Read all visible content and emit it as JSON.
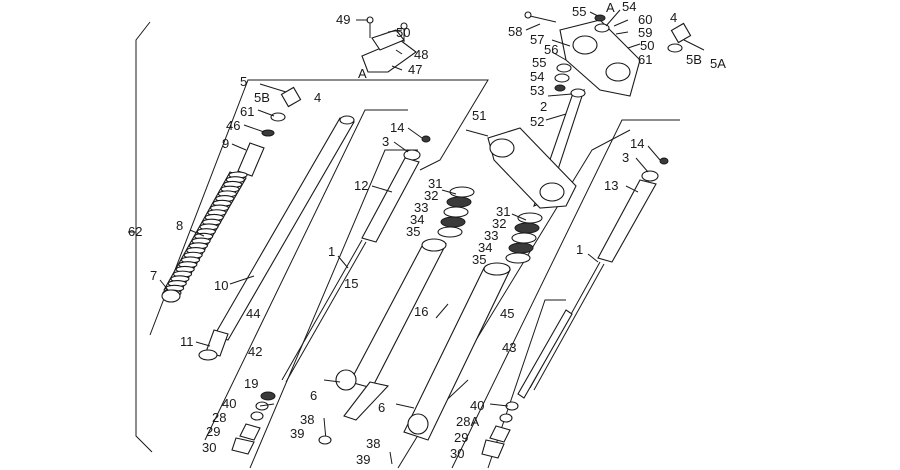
{
  "diagram": {
    "marker_text": "A",
    "callouts": [
      {
        "id": "c49",
        "text": "49"
      },
      {
        "id": "c50a",
        "text": "50"
      },
      {
        "id": "c48",
        "text": "48"
      },
      {
        "id": "c47",
        "text": "47"
      },
      {
        "id": "c58",
        "text": "58"
      },
      {
        "id": "c55a",
        "text": "55"
      },
      {
        "id": "c54a",
        "text": "54"
      },
      {
        "id": "c60",
        "text": "60"
      },
      {
        "id": "c59",
        "text": "59"
      },
      {
        "id": "c50b",
        "text": "50"
      },
      {
        "id": "c61a",
        "text": "61"
      },
      {
        "id": "c4a",
        "text": "4"
      },
      {
        "id": "c5Ba",
        "text": "5B"
      },
      {
        "id": "c5A",
        "text": "5A"
      },
      {
        "id": "c57",
        "text": "57"
      },
      {
        "id": "c56",
        "text": "56"
      },
      {
        "id": "c55b",
        "text": "55"
      },
      {
        "id": "c54b",
        "text": "54"
      },
      {
        "id": "c53",
        "text": "53"
      },
      {
        "id": "c2",
        "text": "2"
      },
      {
        "id": "c52",
        "text": "52"
      },
      {
        "id": "c51",
        "text": "51"
      },
      {
        "id": "c5",
        "text": "5"
      },
      {
        "id": "c5Bb",
        "text": "5B"
      },
      {
        "id": "c4b",
        "text": "4"
      },
      {
        "id": "c61b",
        "text": "61"
      },
      {
        "id": "c46",
        "text": "46"
      },
      {
        "id": "c9",
        "text": "9"
      },
      {
        "id": "c8",
        "text": "8"
      },
      {
        "id": "c62",
        "text": "62"
      },
      {
        "id": "c7",
        "text": "7"
      },
      {
        "id": "c10",
        "text": "10"
      },
      {
        "id": "c11",
        "text": "11"
      },
      {
        "id": "c14a",
        "text": "14"
      },
      {
        "id": "c3a",
        "text": "3"
      },
      {
        "id": "c12",
        "text": "12"
      },
      {
        "id": "c1a",
        "text": "1"
      },
      {
        "id": "c15",
        "text": "15"
      },
      {
        "id": "c44",
        "text": "44"
      },
      {
        "id": "c42",
        "text": "42"
      },
      {
        "id": "c19",
        "text": "19"
      },
      {
        "id": "c6a",
        "text": "6"
      },
      {
        "id": "c40a",
        "text": "40"
      },
      {
        "id": "c28",
        "text": "28"
      },
      {
        "id": "c29a",
        "text": "29"
      },
      {
        "id": "c30a",
        "text": "30"
      },
      {
        "id": "c38a",
        "text": "38"
      },
      {
        "id": "c39a",
        "text": "39"
      },
      {
        "id": "c31a",
        "text": "31"
      },
      {
        "id": "c32a",
        "text": "32"
      },
      {
        "id": "c33a",
        "text": "33"
      },
      {
        "id": "c34a",
        "text": "34"
      },
      {
        "id": "c35a",
        "text": "35"
      },
      {
        "id": "c16",
        "text": "16"
      },
      {
        "id": "c31b",
        "text": "31"
      },
      {
        "id": "c32b",
        "text": "32"
      },
      {
        "id": "c33b",
        "text": "33"
      },
      {
        "id": "c34b",
        "text": "34"
      },
      {
        "id": "c35b",
        "text": "35"
      },
      {
        "id": "c6b",
        "text": "6"
      },
      {
        "id": "c38b",
        "text": "38"
      },
      {
        "id": "c39b",
        "text": "39"
      },
      {
        "id": "c14b",
        "text": "14"
      },
      {
        "id": "c3b",
        "text": "3"
      },
      {
        "id": "c13",
        "text": "13"
      },
      {
        "id": "c1b",
        "text": "1"
      },
      {
        "id": "c45",
        "text": "45"
      },
      {
        "id": "c43",
        "text": "43"
      },
      {
        "id": "c40b",
        "text": "40"
      },
      {
        "id": "c28A",
        "text": "28A"
      },
      {
        "id": "c29b",
        "text": "29"
      },
      {
        "id": "c30b",
        "text": "30"
      }
    ]
  }
}
